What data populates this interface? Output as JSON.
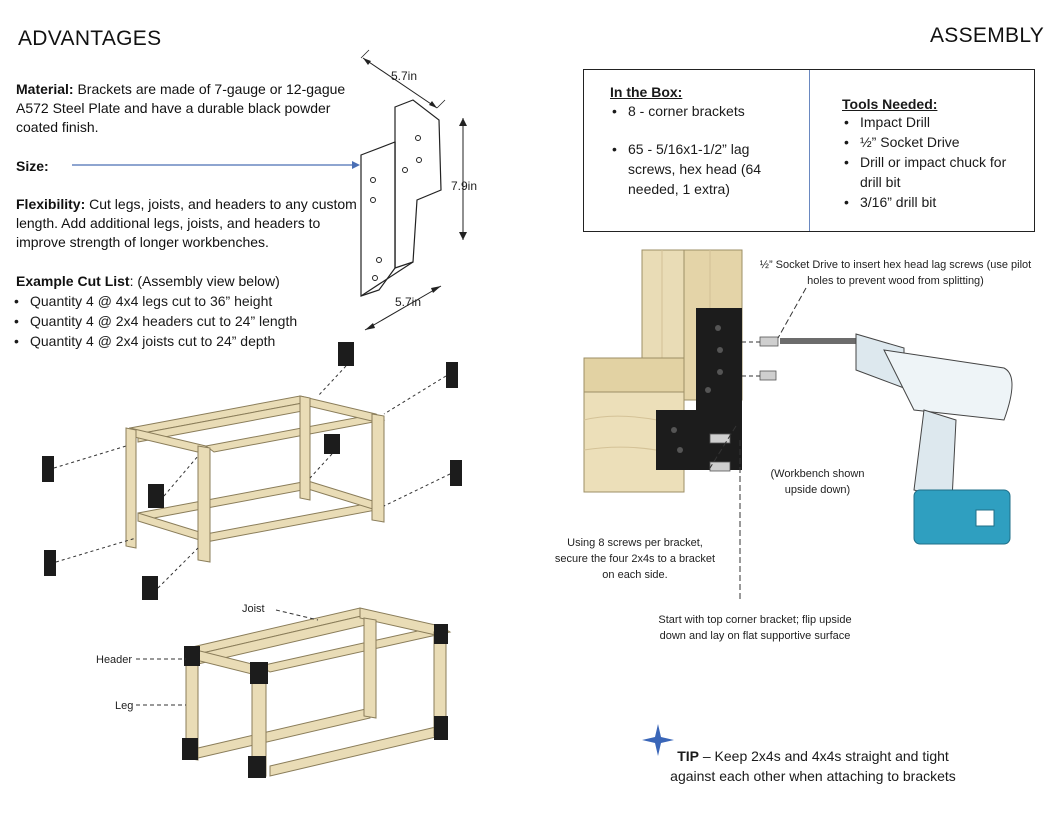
{
  "advantages": {
    "heading": "ADVANTAGES",
    "material_label": "Material:",
    "material_text": " Brackets are made of 7-gauge or 12-gague A572 Steel Plate and have a durable black powder coated finish.",
    "size_label": "Size:",
    "flexibility_label": "Flexibility:",
    "flexibility_text": " Cut legs, joists, and headers to any custom length.  Add additional legs, joists, and headers to improve strength of longer workbenches.",
    "cutlist_label": "Example Cut List",
    "cutlist_suffix": ": (Assembly view below)",
    "cutlist_items": [
      "Quantity 4 @ 4x4 legs cut to 36” height",
      "Quantity 4 @ 2x4 headers cut to 24” length",
      "Quantity 4 @ 2x4 joists cut to 24” depth"
    ],
    "bracket_dims": {
      "top_width": "5.7in",
      "height": "7.9in",
      "bottom_width": "5.7in"
    },
    "frame_labels": {
      "joist": "Joist",
      "header": "Header",
      "leg": "Leg"
    }
  },
  "assembly": {
    "heading": "ASSEMBLY",
    "in_the_box": {
      "title": "In the Box:",
      "items": [
        "8 - corner  brackets",
        "65 - 5/16x1-1/2”  lag screws,  hex head (64 needed, 1 extra)"
      ]
    },
    "tools_needed": {
      "title": "Tools Needed:",
      "items": [
        "Impact Drill",
        "½” Socket Drive",
        "Drill or impact chuck for drill bit",
        "3/16” drill bit"
      ]
    },
    "callouts": {
      "socket_drive": "½” Socket Drive to insert hex head lag screws (use pilot holes to prevent wood from splitting)",
      "upside_down": "(Workbench shown upside down)",
      "screws_per_bracket": "Using 8 screws per bracket, secure the four 2x4s to a bracket on each side.",
      "start_with": "Start with top corner bracket; flip upside down and lay on flat supportive surface"
    },
    "tip": {
      "label": "TIP",
      "text": " – Keep 2x4s and 4x4s straight and tight against each other when attaching to brackets"
    }
  },
  "colors": {
    "wood": "#e9dcb6",
    "wood_dark": "#c9b98c",
    "steel": "#1c1c1c",
    "star": "#3a66b8",
    "drill_body": "#dde8ee",
    "drill_accent": "#2f9fc0"
  }
}
